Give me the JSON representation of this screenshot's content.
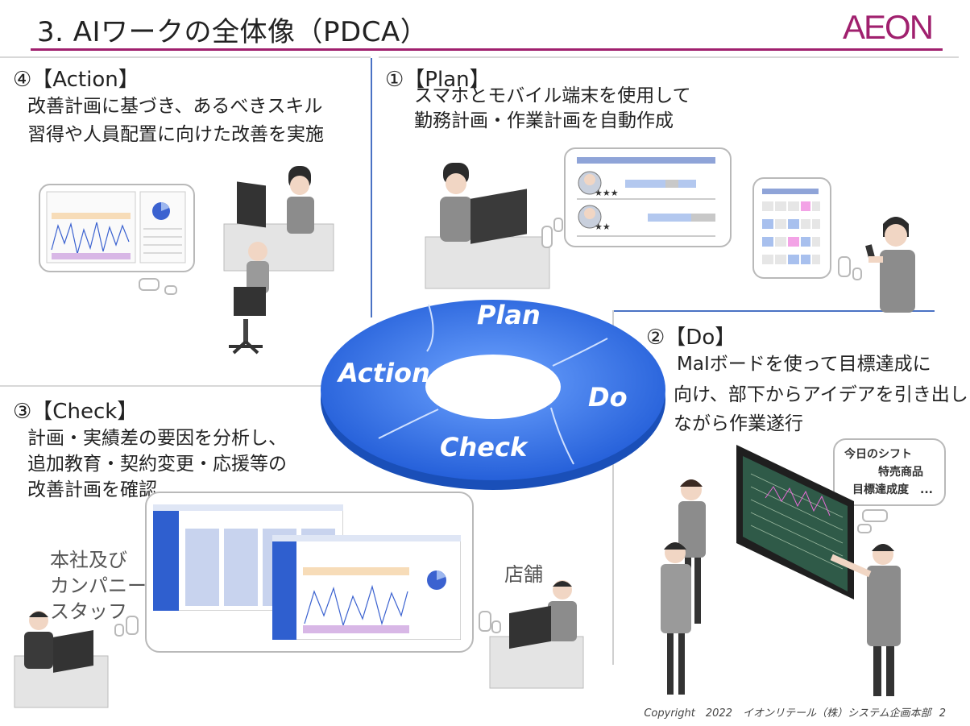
{
  "header": {
    "title": "3. AIワークの全体像（PDCA）",
    "logo_text": "AEON",
    "rule_color": "#a0206e"
  },
  "sections": {
    "action": {
      "heading": "④【Action】",
      "lines": [
        "改善計画に基づき、あるべきスキル",
        "習得や人員配置に向けた改善を実施"
      ]
    },
    "plan": {
      "heading": "①【Plan】",
      "lines": [
        "スマホとモバイル端末を使用して",
        "勤務計画・作業計画を自動作成"
      ]
    },
    "do": {
      "heading": "②【Do】",
      "lines": [
        "MaIボードを使って目標達成に",
        "向け、部下からアイデアを引き出し",
        "ながら作業遂行"
      ]
    },
    "check": {
      "heading": "③【Check】",
      "lines": [
        "計画・実績差の要因を分析し、",
        "追加教育・契約変更・応援等の",
        "改善計画を確認"
      ]
    }
  },
  "cycle": {
    "plan": "Plan",
    "do": "Do",
    "check": "Check",
    "action": "Action",
    "color": "#2f6fe6"
  },
  "labels": {
    "hq_staff": [
      "本社及び",
      "カンパニー",
      "スタッフ"
    ],
    "store": "店舗"
  },
  "speech": {
    "lines": [
      "今日のシフト",
      "特売商品",
      "目標達成度　..."
    ]
  },
  "plan_card": {
    "rating_1": "★★★",
    "rating_2": "★★"
  },
  "footer": {
    "copyright": "Copyright　2022　イオンリテール（株）システム企画本部",
    "page": "2"
  }
}
